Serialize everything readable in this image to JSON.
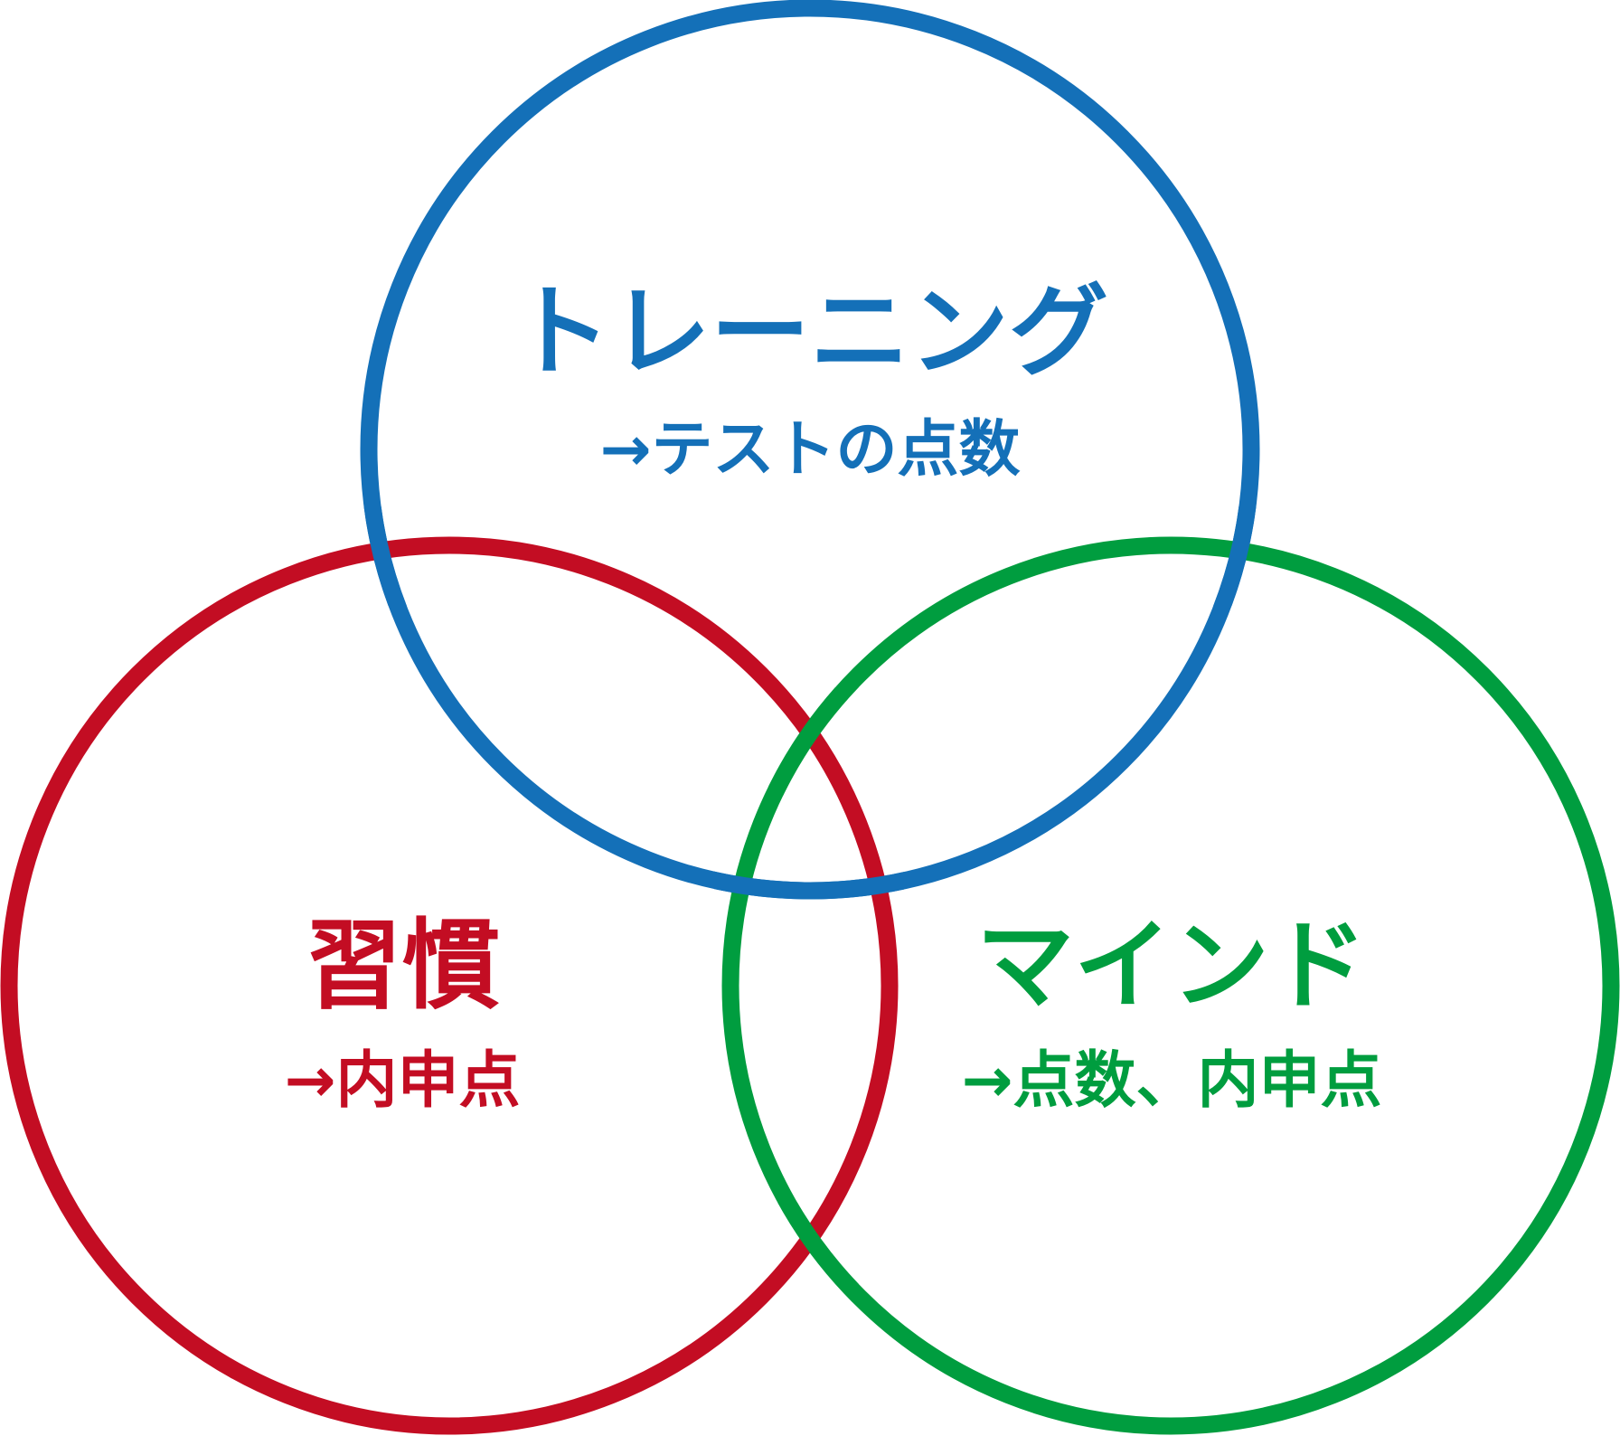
{
  "diagram": {
    "sets": [
      {
        "id": "training",
        "title": "トレーニング",
        "subtitle": "→テストの点数",
        "color": "#1470b8"
      },
      {
        "id": "habit",
        "title": "習慣",
        "subtitle": "→内申点",
        "color": "#c30d23"
      },
      {
        "id": "mind",
        "title": "マインド",
        "subtitle": "→点数、内申点",
        "color": "#009d3f"
      }
    ]
  }
}
